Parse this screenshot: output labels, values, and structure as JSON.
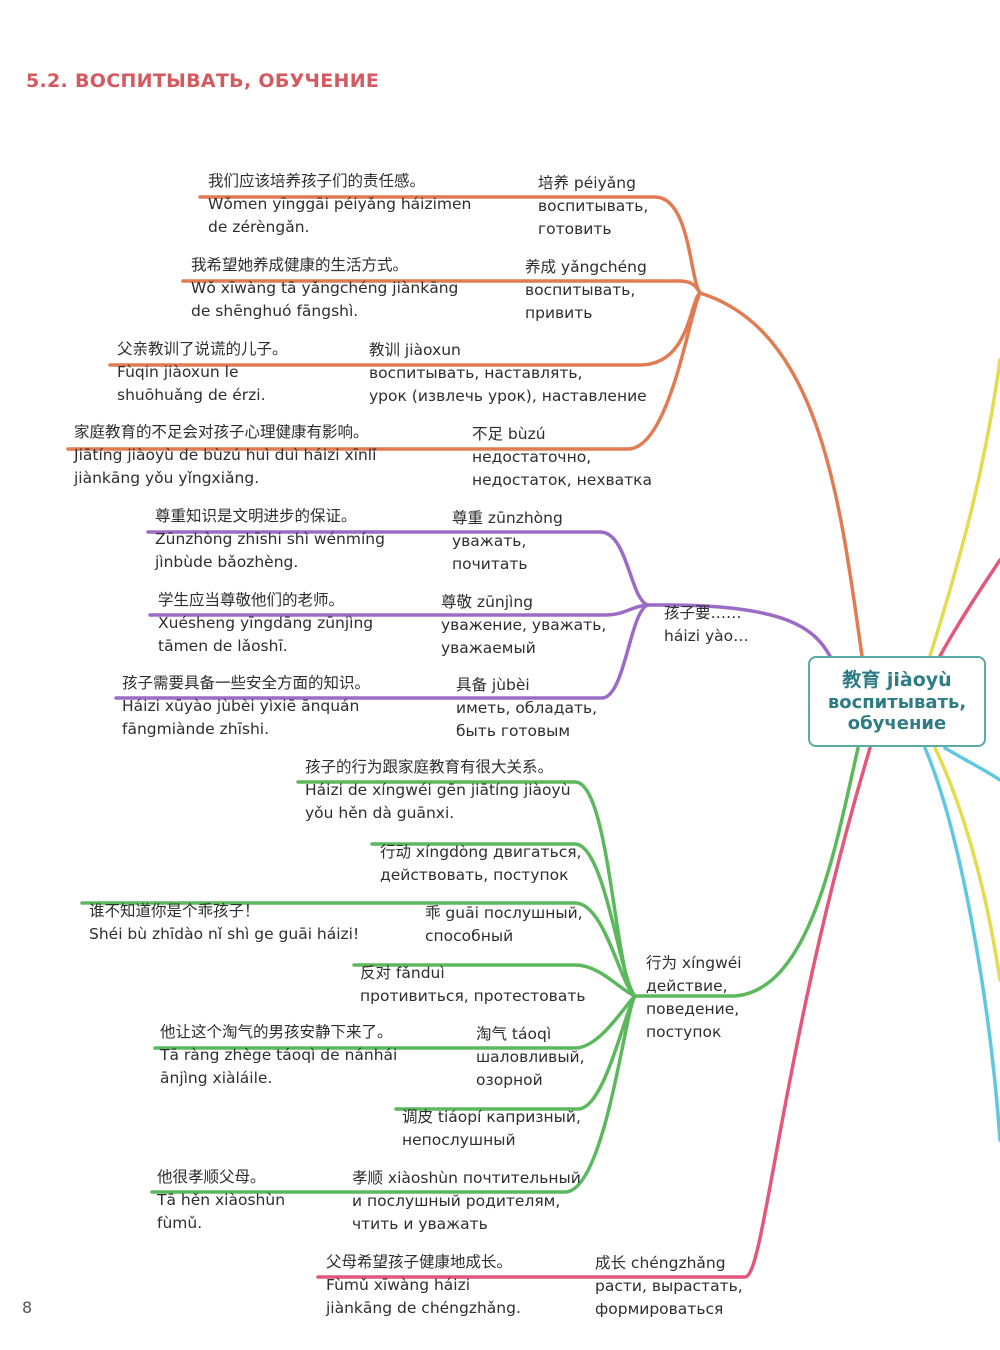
{
  "heading": "5.2. ВОСПИТЫВАТЬ, ОБУЧЕНИЕ",
  "center": {
    "cn": "教育 jiàoyù",
    "ru1": "воспитывать,",
    "ru2": "обучение"
  },
  "page_number": "8",
  "groups": {
    "orange": {
      "color": "#e07b52",
      "items": [
        {
          "ex": [
            "我们应该培养孩子们的责任感。",
            "Wǒmen yīnggāi péiyǎng háizimen",
            "de zérèngǎn."
          ],
          "word": [
            "培养 péiyǎng",
            "воспитывать,",
            "готовить"
          ]
        },
        {
          "ex": [
            "我希望她养成健康的生活方式。",
            "Wǒ xīwàng tā yǎngchéng jiànkāng",
            "de shēnghuó fāngshì."
          ],
          "word": [
            "养成 yǎngchéng",
            "воспитывать,",
            "привить"
          ]
        },
        {
          "ex": [
            "父亲教训了说谎的儿子。",
            "Fùqin jiàoxun le",
            "shuōhuǎng de érzi."
          ],
          "word": [
            "教训 jiàoxun",
            "воспитывать, наставлять,",
            "урок (извлечь урок), наставление"
          ]
        },
        {
          "ex": [
            "家庭教育的不足会对孩子心理健康有影响。",
            "Jiātíng jiàoyù de bùzú huì duì háizi xīnlǐ",
            "jiànkāng yǒu yǐngxiǎng."
          ],
          "word": [
            "不足 bùzú",
            "недостаточно,",
            "недостаток, нехватка"
          ]
        }
      ]
    },
    "purple": {
      "color": "#9b6bc6",
      "hub": [
        "孩子要……",
        "háizi yào…"
      ],
      "items": [
        {
          "ex": [
            "尊重知识是文明进步的保证。",
            "Zūnzhòng zhīshi shì wénmíng",
            "jìnbùde bǎozhèng."
          ],
          "word": [
            "尊重 zūnzhòng",
            "уважать,",
            "почитать"
          ]
        },
        {
          "ex": [
            "学生应当尊敬他们的老师。",
            "Xuésheng yīngdāng zūnjìng",
            "tāmen de lǎoshī."
          ],
          "word": [
            "尊敬 zūnjìng",
            "уважение, уважать,",
            "уважаемый"
          ]
        },
        {
          "ex": [
            "孩子需要具备一些安全方面的知识。",
            "Háizi xūyào jùbèi yìxiē ānquán",
            "fāngmiànde zhīshi."
          ],
          "word": [
            "具备 jùbèi",
            "иметь, обладать,",
            "быть готовым"
          ]
        }
      ]
    },
    "green": {
      "color": "#5cb85c",
      "hub": [
        "行为 xíngwéi",
        "действие,",
        "поведение,",
        "поступок"
      ],
      "intro": [
        "孩子的行为跟家庭教育有很大关系。",
        "Háizi de xíngwéi gēn jiātíng jiàoyù",
        "yǒu hěn dà guānxi."
      ],
      "items": [
        {
          "word": [
            "行动 xíngdòng двигаться,",
            "действовать, поступок"
          ]
        },
        {
          "ex": [
            "谁不知道你是个乖孩子！",
            "Shéi bù zhīdào nǐ shì ge guāi háizi!"
          ],
          "word": [
            "乖 guāi послушный,",
            "способный"
          ]
        },
        {
          "word": [
            "反对 fǎnduì",
            "противиться, протестовать"
          ]
        },
        {
          "ex": [
            "他让这个淘气的男孩安静下来了。",
            "Tā ràng zhège táoqì de nánhái",
            "ānjìng xiàláile."
          ],
          "word": [
            "淘气 táoqì",
            "шаловливый,",
            "озорной"
          ]
        },
        {
          "word": [
            "调皮 tiáopí капризный,",
            "непослушный"
          ]
        },
        {
          "ex": [
            "他很孝顺父母。",
            "Tā hěn xiàoshùn",
            "fùmǔ."
          ],
          "word": [
            "孝顺 xiàoshùn почтительный",
            "и послушный родителям,",
            "чтить и уважать"
          ]
        }
      ]
    },
    "pink": {
      "color": "#e2577a",
      "items": [
        {
          "ex": [
            "父母希望孩子健康地成长。",
            "Fùmǔ xīwàng háizi",
            "jiànkāng de chéngzhǎng."
          ],
          "word": [
            "成长 chéngzhǎng",
            "расти, вырастать,",
            "формироваться"
          ]
        }
      ]
    },
    "yellow": {
      "color": "#e3dc4e"
    },
    "cyan": {
      "color": "#5fc8e0"
    }
  }
}
